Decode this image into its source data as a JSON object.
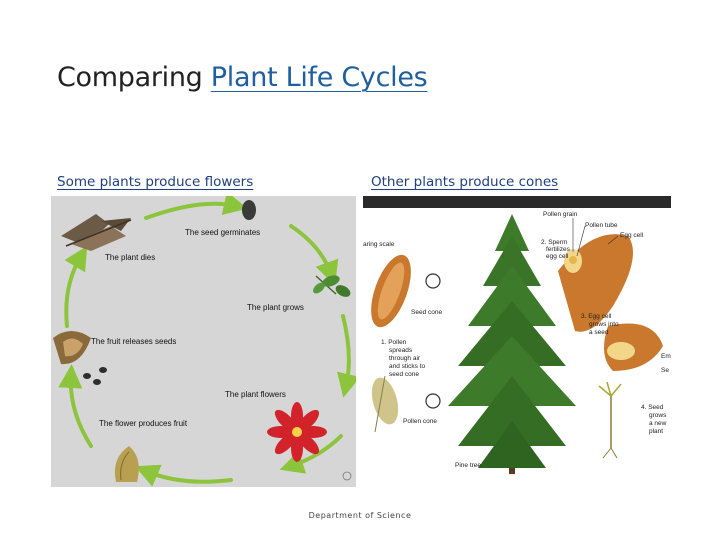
{
  "slide": {
    "title_prefix": "Comparing ",
    "title_link": "Plant Life Cycles",
    "footer": "Department of Science"
  },
  "left": {
    "heading": "Some plants produce flowers",
    "stages": [
      "The seed germinates",
      "The plant grows",
      "The plant flowers",
      "The flower produces fruit",
      "The fruit releases seeds",
      "The plant dies"
    ]
  },
  "right": {
    "heading": "Other plants produce cones",
    "labels": {
      "pollen_grain": "Pollen grain",
      "pollen_tube": "Pollen tube",
      "egg_cell": "Egg cell",
      "sperm_1": "2. Sperm",
      "sperm_2": "fertilizes",
      "sperm_3": "egg cell",
      "cone_scale": "aring scale",
      "seed_cone": "Seed cone",
      "step1_1": "1. Pollen",
      "step1_2": "spreads",
      "step1_3": "through air",
      "step1_4": "and sticks to",
      "step1_5": "seed cone",
      "step3_1": "3. Egg cell",
      "step3_2": "grows into",
      "step3_3": "a seed",
      "em": "Em",
      "se": "Se",
      "step4_1": "4. Seed",
      "step4_2": "grows",
      "step4_3": "a new",
      "step4_4": "plant",
      "pollen_cone": "Pollen cone",
      "pine_tree": "Pine tree"
    }
  },
  "colors": {
    "title_link": "#1f5f9f",
    "subheading": "#1f3f7f",
    "cycle_arrow": "#8cc43c",
    "flower_bg": "#d6d6d6",
    "pine_green": "#3d7a2a",
    "cone_brown": "#c9782e",
    "flower_red": "#d2232a"
  }
}
